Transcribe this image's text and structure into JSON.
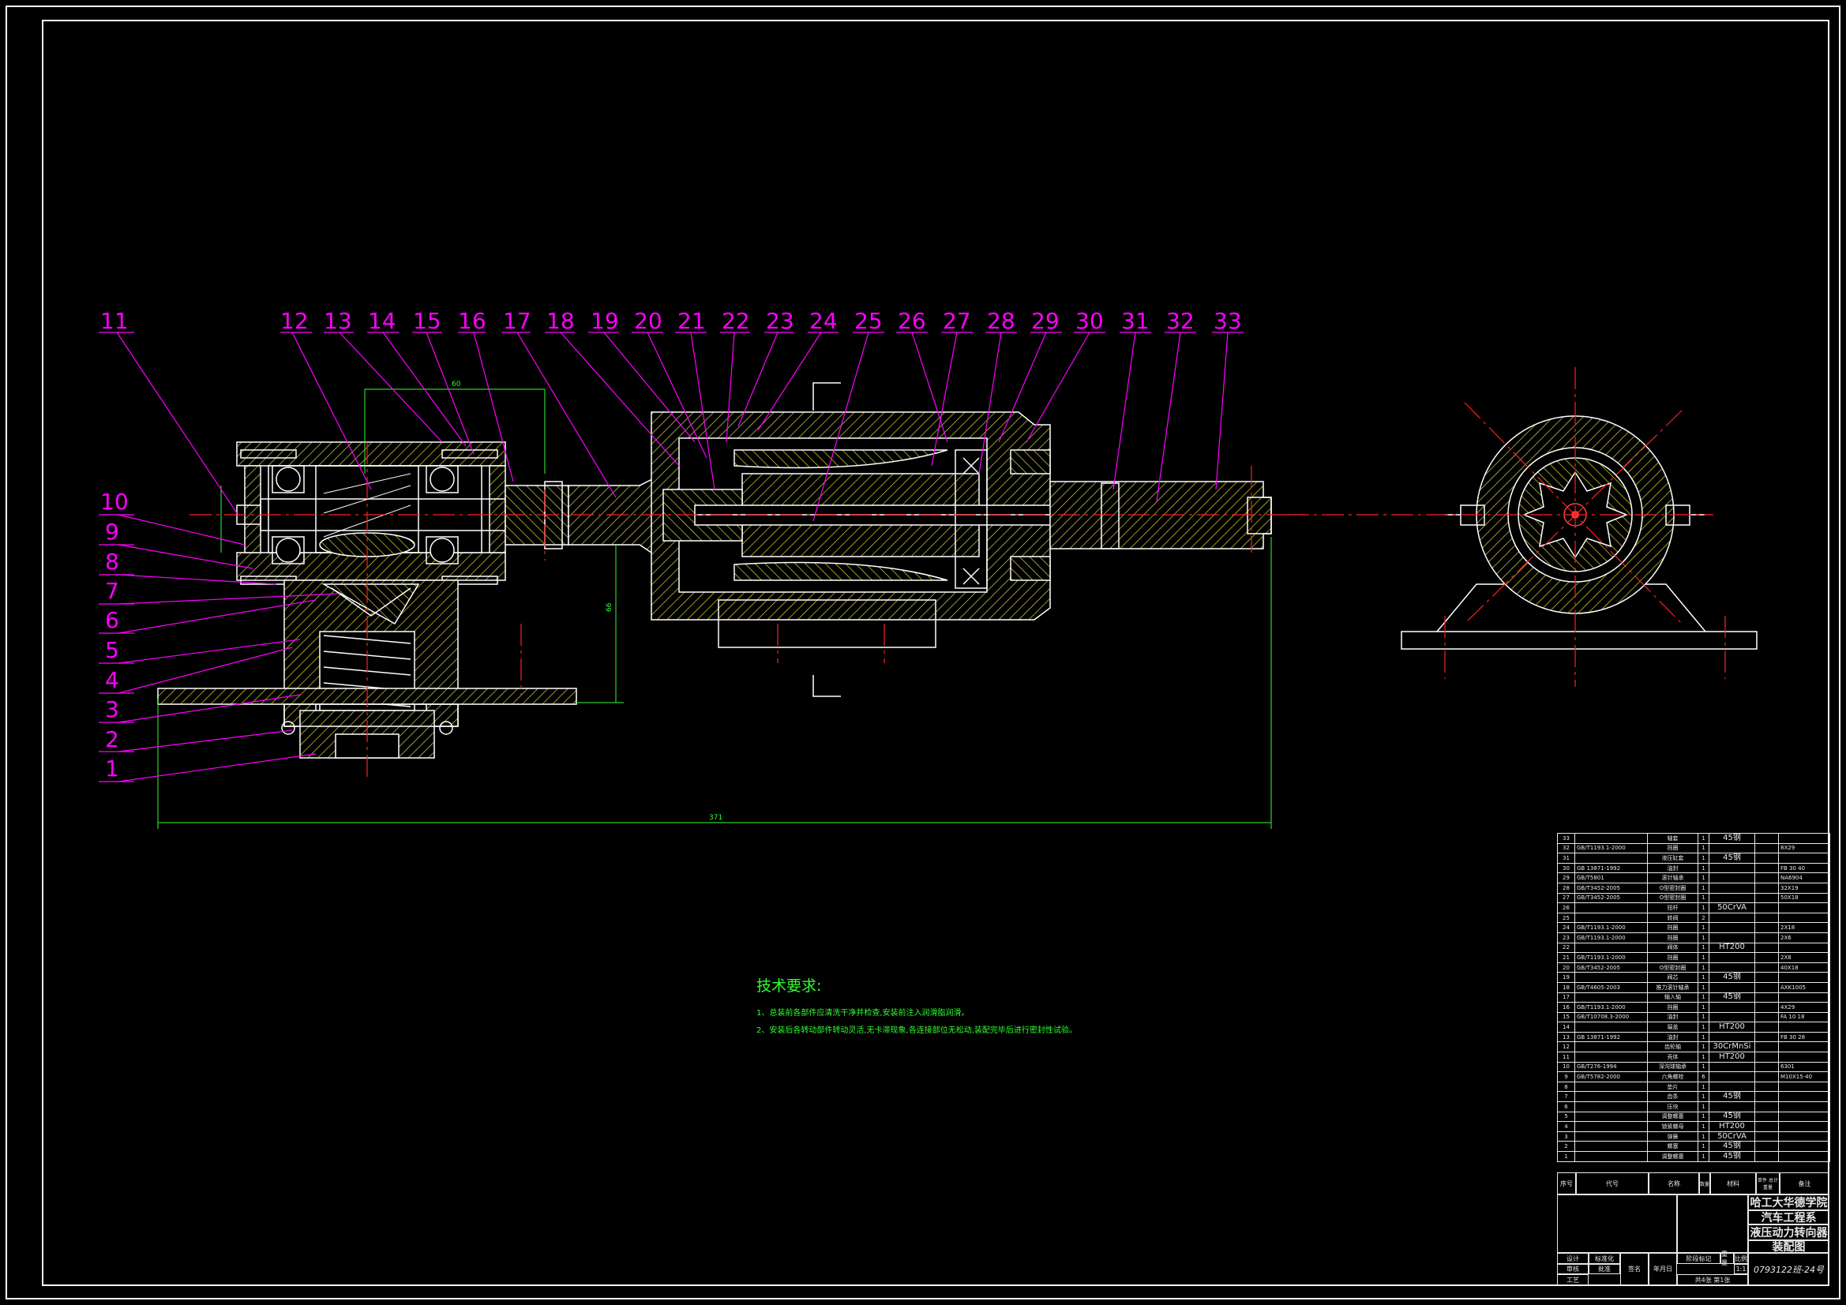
{
  "drawing": {
    "part_numbers": [
      "1",
      "2",
      "3",
      "4",
      "5",
      "6",
      "7",
      "8",
      "9",
      "10",
      "11",
      "12",
      "13",
      "14",
      "15",
      "16",
      "17",
      "18",
      "19",
      "20",
      "21",
      "22",
      "23",
      "24",
      "25",
      "26",
      "27",
      "28",
      "29",
      "30",
      "31",
      "32",
      "33"
    ],
    "dimensions": {
      "width_60": "60",
      "height_66": "66",
      "total_371": "371"
    }
  },
  "technical_requirements": {
    "title": "技术要求:",
    "items": [
      "1、总装前各部件应清洗干净并检查,安装前注入润滑脂润滑。",
      "2、安装后各转动部件转动灵活,无卡滞现象,各连接部位无松动,装配完毕后进行密封性试验。"
    ]
  },
  "bom": [
    {
      "no": "33",
      "code": "",
      "name": "轴套",
      "qty": "1",
      "material": "45钢",
      "note": ""
    },
    {
      "no": "32",
      "code": "GB/T1193.1-2000",
      "name": "挡圈",
      "qty": "1",
      "material": "",
      "note": "8X29"
    },
    {
      "no": "31",
      "code": "",
      "name": "液压缸套",
      "qty": "1",
      "material": "45钢",
      "note": ""
    },
    {
      "no": "30",
      "code": "GB 13871-1992",
      "name": "油封",
      "qty": "1",
      "material": "",
      "note": "FB 30 40"
    },
    {
      "no": "29",
      "code": "GB/T5801",
      "name": "滚针轴承",
      "qty": "1",
      "material": "",
      "note": "NA6904"
    },
    {
      "no": "28",
      "code": "GB/T3452-2005",
      "name": "O型密封圈",
      "qty": "1",
      "material": "",
      "note": "32X19"
    },
    {
      "no": "27",
      "code": "GB/T3452-2005",
      "name": "O型密封圈",
      "qty": "1",
      "material": "",
      "note": "50X18"
    },
    {
      "no": "26",
      "code": "",
      "name": "扭杆",
      "qty": "1",
      "material": "50CrVA",
      "note": ""
    },
    {
      "no": "25",
      "code": "",
      "name": "转阀",
      "qty": "2",
      "material": "",
      "note": ""
    },
    {
      "no": "24",
      "code": "GB/T1193.1-2000",
      "name": "挡圈",
      "qty": "1",
      "material": "",
      "note": "2X18"
    },
    {
      "no": "23",
      "code": "GB/T1193.1-2000",
      "name": "挡圈",
      "qty": "1",
      "material": "",
      "note": "2X6"
    },
    {
      "no": "22",
      "code": "",
      "name": "阀体",
      "qty": "1",
      "material": "HT200",
      "note": ""
    },
    {
      "no": "21",
      "code": "GB/T1193.1-2000",
      "name": "挡圈",
      "qty": "1",
      "material": "",
      "note": "2X8"
    },
    {
      "no": "20",
      "code": "GB/T3452-2005",
      "name": "O型密封圈",
      "qty": "1",
      "material": "",
      "note": "40X18"
    },
    {
      "no": "19",
      "code": "",
      "name": "阀芯",
      "qty": "1",
      "material": "45钢",
      "note": ""
    },
    {
      "no": "18",
      "code": "GB/T4605-2003",
      "name": "推力滚针轴承",
      "qty": "1",
      "material": "",
      "note": "AXK1005"
    },
    {
      "no": "17",
      "code": "",
      "name": "输入轴",
      "qty": "1",
      "material": "45钢",
      "note": ""
    },
    {
      "no": "16",
      "code": "GB/T1193.1-2000",
      "name": "挡圈",
      "qty": "1",
      "material": "",
      "note": "4X29"
    },
    {
      "no": "15",
      "code": "GB/T10708.3-2000",
      "name": "油封",
      "qty": "1",
      "material": "",
      "note": "FA 10 18"
    },
    {
      "no": "14",
      "code": "",
      "name": "端盖",
      "qty": "1",
      "material": "HT200",
      "note": ""
    },
    {
      "no": "13",
      "code": "GB 13871-1992",
      "name": "油封",
      "qty": "1",
      "material": "",
      "note": "FB 30 28"
    },
    {
      "no": "12",
      "code": "",
      "name": "齿轮轴",
      "qty": "1",
      "material": "30CrMnSi",
      "note": ""
    },
    {
      "no": "11",
      "code": "",
      "name": "壳体",
      "qty": "1",
      "material": "HT200",
      "note": ""
    },
    {
      "no": "10",
      "code": "GB/T276-1994",
      "name": "深沟球轴承",
      "qty": "1",
      "material": "",
      "note": "6301"
    },
    {
      "no": "9",
      "code": "GB/T5782-2000",
      "name": "六角螺栓",
      "qty": "6",
      "material": "",
      "note": "M10X15-40"
    },
    {
      "no": "8",
      "code": "",
      "name": "垫片",
      "qty": "1",
      "material": "",
      "note": ""
    },
    {
      "no": "7",
      "code": "",
      "name": "齿条",
      "qty": "1",
      "material": "45钢",
      "note": ""
    },
    {
      "no": "6",
      "code": "",
      "name": "压块",
      "qty": "1",
      "material": "",
      "note": ""
    },
    {
      "no": "5",
      "code": "",
      "name": "调整螺塞",
      "qty": "1",
      "material": "45钢",
      "note": ""
    },
    {
      "no": "4",
      "code": "",
      "name": "锁紧螺母",
      "qty": "1",
      "material": "HT200",
      "note": ""
    },
    {
      "no": "3",
      "code": "",
      "name": "弹簧",
      "qty": "1",
      "material": "50CrVA",
      "note": ""
    },
    {
      "no": "2",
      "code": "",
      "name": "螺塞",
      "qty": "1",
      "material": "45钢",
      "note": ""
    },
    {
      "no": "1",
      "code": "",
      "name": "调整螺塞",
      "qty": "1",
      "material": "45钢",
      "note": ""
    }
  ],
  "bom_header": {
    "no": "序号",
    "code": "代号",
    "name": "名称",
    "qty": "数量",
    "material": "材料",
    "weight": "单件 总计 重量",
    "note": "备注"
  },
  "title_block": {
    "school": "哈工大华德学院",
    "dept": "汽车工程系",
    "drawing_name": "液压动力转向器",
    "drawing_type": "装配图",
    "student_id": "0793122班-24号",
    "sheets": "共4张 第1张",
    "scale_label": "比例",
    "scale": "1:1",
    "weight_label": "重量",
    "stage_label": "阶段标记",
    "design": "设计",
    "check": "审核",
    "process": "工艺",
    "approve": "批准",
    "standard": "标准化",
    "sign_label": "签名",
    "date_label": "年月日"
  },
  "colors": {
    "line": "#ffffff",
    "hatch": "#e6e63a",
    "center": "#ff2020",
    "leader": "#ff00ff",
    "dim": "#30ff30",
    "text_green": "#2fff2f"
  }
}
